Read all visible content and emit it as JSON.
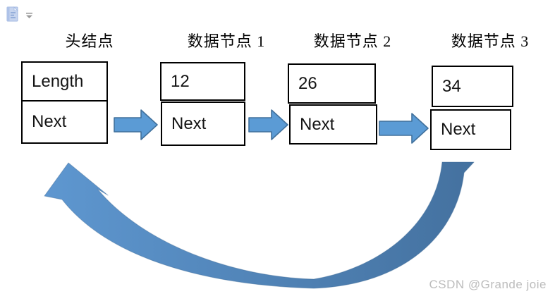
{
  "toolbar": {
    "paste_icon": "paste-options",
    "dropdown_icon": "chevron-down"
  },
  "diagram": {
    "type": "circular-linked-list",
    "nodes": [
      {
        "label": "头结点",
        "row1": "Length",
        "row2": "Next"
      },
      {
        "label": "数据节点 1",
        "row1": "12",
        "row2": "Next"
      },
      {
        "label": "数据节点 2",
        "row1": "26",
        "row2": "Next"
      },
      {
        "label": "数据节点 3",
        "row1": "34",
        "row2": "Next"
      }
    ],
    "colors": {
      "arrow_fill": "#5b9bd5",
      "arrow_border": "#41719c",
      "curve_start": "#5e97d0",
      "curve_end": "#44719f",
      "curve_edge": "#3e6a96",
      "box_border": "#000000",
      "text": "#141414"
    }
  },
  "watermark": {
    "text": "CSDN @Grande joie",
    "color": "#bcbcbc"
  }
}
